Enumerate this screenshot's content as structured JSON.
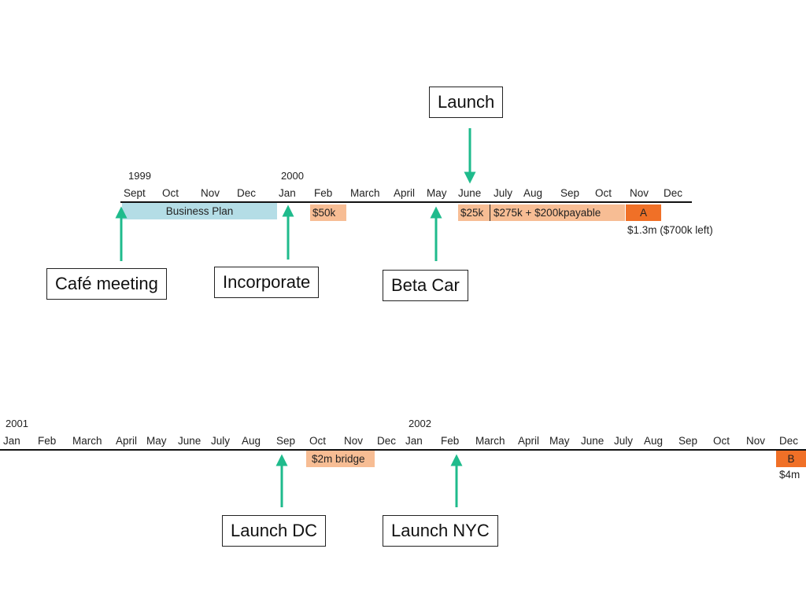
{
  "colors": {
    "arrow": "#1fbb8c",
    "teal_bar": "#b4dde6",
    "peach_bar": "#f7bd94",
    "orange_bar": "#f07027",
    "rule": "#111111"
  },
  "timeline1": {
    "years": [
      "1999",
      "2000"
    ],
    "months": [
      "Sept",
      "Oct",
      "Nov",
      "Dec",
      "Jan",
      "Feb",
      "March",
      "April",
      "May",
      "June",
      "July",
      "Aug",
      "Sep",
      "Oct",
      "Nov",
      "Dec"
    ],
    "bars": [
      "Business Plan",
      "$50k",
      "$25k",
      "$275k + $200kpayable",
      "A"
    ],
    "notes": [
      "$1.3m ($700k left)"
    ],
    "events": [
      "Launch",
      "Café meeting",
      "Incorporate",
      "Beta Car"
    ]
  },
  "timeline2": {
    "years": [
      "2001",
      "2002"
    ],
    "months": [
      "Jan",
      "Feb",
      "March",
      "April",
      "May",
      "June",
      "July",
      "Aug",
      "Sep",
      "Oct",
      "Nov",
      "Dec",
      "Jan",
      "Feb",
      "March",
      "April",
      "May",
      "June",
      "July",
      "Aug",
      "Sep",
      "Oct",
      "Nov",
      "Dec"
    ],
    "bars": [
      "$2m bridge",
      "B"
    ],
    "notes": [
      "$4m"
    ],
    "events": [
      "Launch DC",
      "Launch NYC"
    ]
  }
}
